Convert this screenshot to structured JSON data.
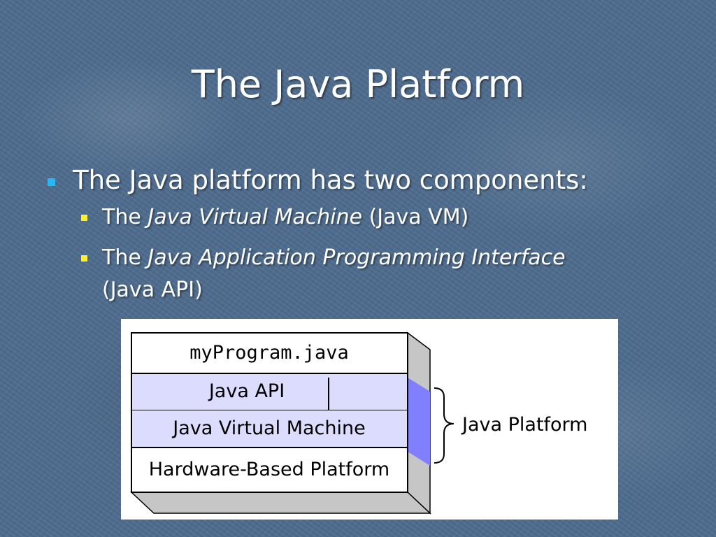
{
  "slide": {
    "title": "The Java Platform",
    "bullets": [
      {
        "text": "The Java platform has two components:",
        "children": [
          {
            "prefix": "The ",
            "emphasis": "Java Virtual Machine",
            "suffix": " (Java VM)"
          },
          {
            "prefix": "The ",
            "emphasis": "Java Application Programming Interface",
            "suffix": "(Java API)"
          }
        ]
      }
    ]
  },
  "figure": {
    "layers": [
      "myProgram.java",
      "Java API",
      "Java Virtual Machine",
      "Hardware-Based Platform"
    ],
    "bracket_label": "Java Platform"
  },
  "colors": {
    "background": "#4f6d8f",
    "bullet_primary": "#29b6f6",
    "bullet_secondary": "#ffee33",
    "platform_fill": "#dcdcfe",
    "platform_edge": "#8080ff",
    "box_side": "#c6c6c6"
  }
}
